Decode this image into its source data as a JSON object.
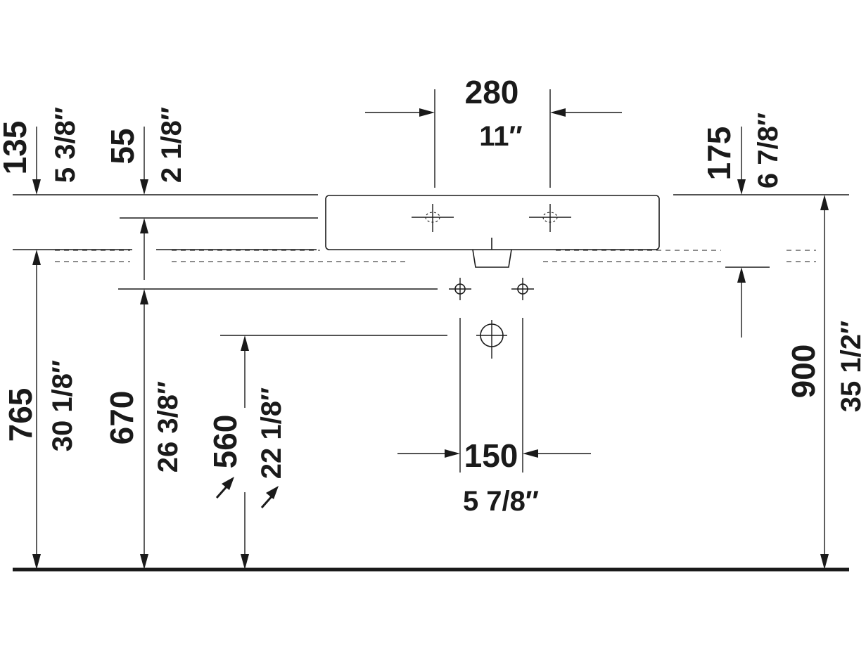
{
  "dimensions": {
    "tap_spacing": {
      "mm": "280",
      "inch": "11″"
    },
    "waste_spacing": {
      "mm": "150",
      "inch": "5 7/8″"
    },
    "d135": {
      "mm": "135",
      "inch": "5 3/8″"
    },
    "d55": {
      "mm": "55",
      "inch": "2 1/8″"
    },
    "d175": {
      "mm": "175",
      "inch": "6 7/8″"
    },
    "d765": {
      "mm": "765",
      "inch": "30 1/8″"
    },
    "d670": {
      "mm": "670",
      "inch": "26 3/8″"
    },
    "d560": {
      "mm": "560",
      "inch": "22 1/8″"
    },
    "d900": {
      "mm": "900",
      "inch": "35 1/2″"
    }
  }
}
